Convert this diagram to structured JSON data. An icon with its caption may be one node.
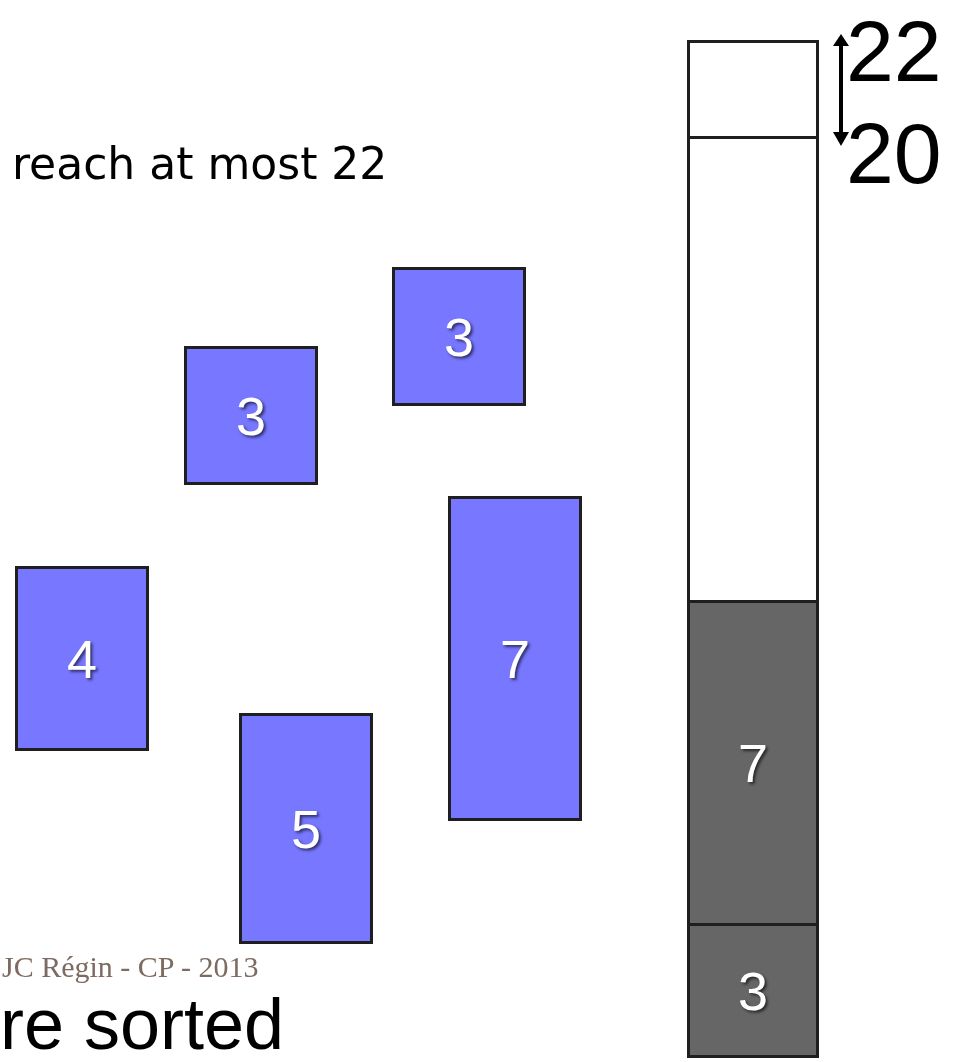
{
  "diagram": {
    "nodes": [
      {
        "text": [
          "3"
        ]
      },
      {
        "text": [
          "3"
        ]
      },
      {
        "text": [
          "4"
        ]
      },
      {
        "text": [
          "7"
        ]
      },
      {
        "text": [
          "5"
        ]
      },
      {
        "text": [],
        "shape": "box"
      },
      {
        "text": [],
        "shape": "box"
      },
      {
        "text": [
          "7"
        ]
      },
      {
        "text": [
          "3"
        ]
      }
    ],
    "labels": [
      "reach at most 22",
      "22",
      "20",
      "JC Régin - CP - 2013",
      "re sorted"
    ]
  }
}
